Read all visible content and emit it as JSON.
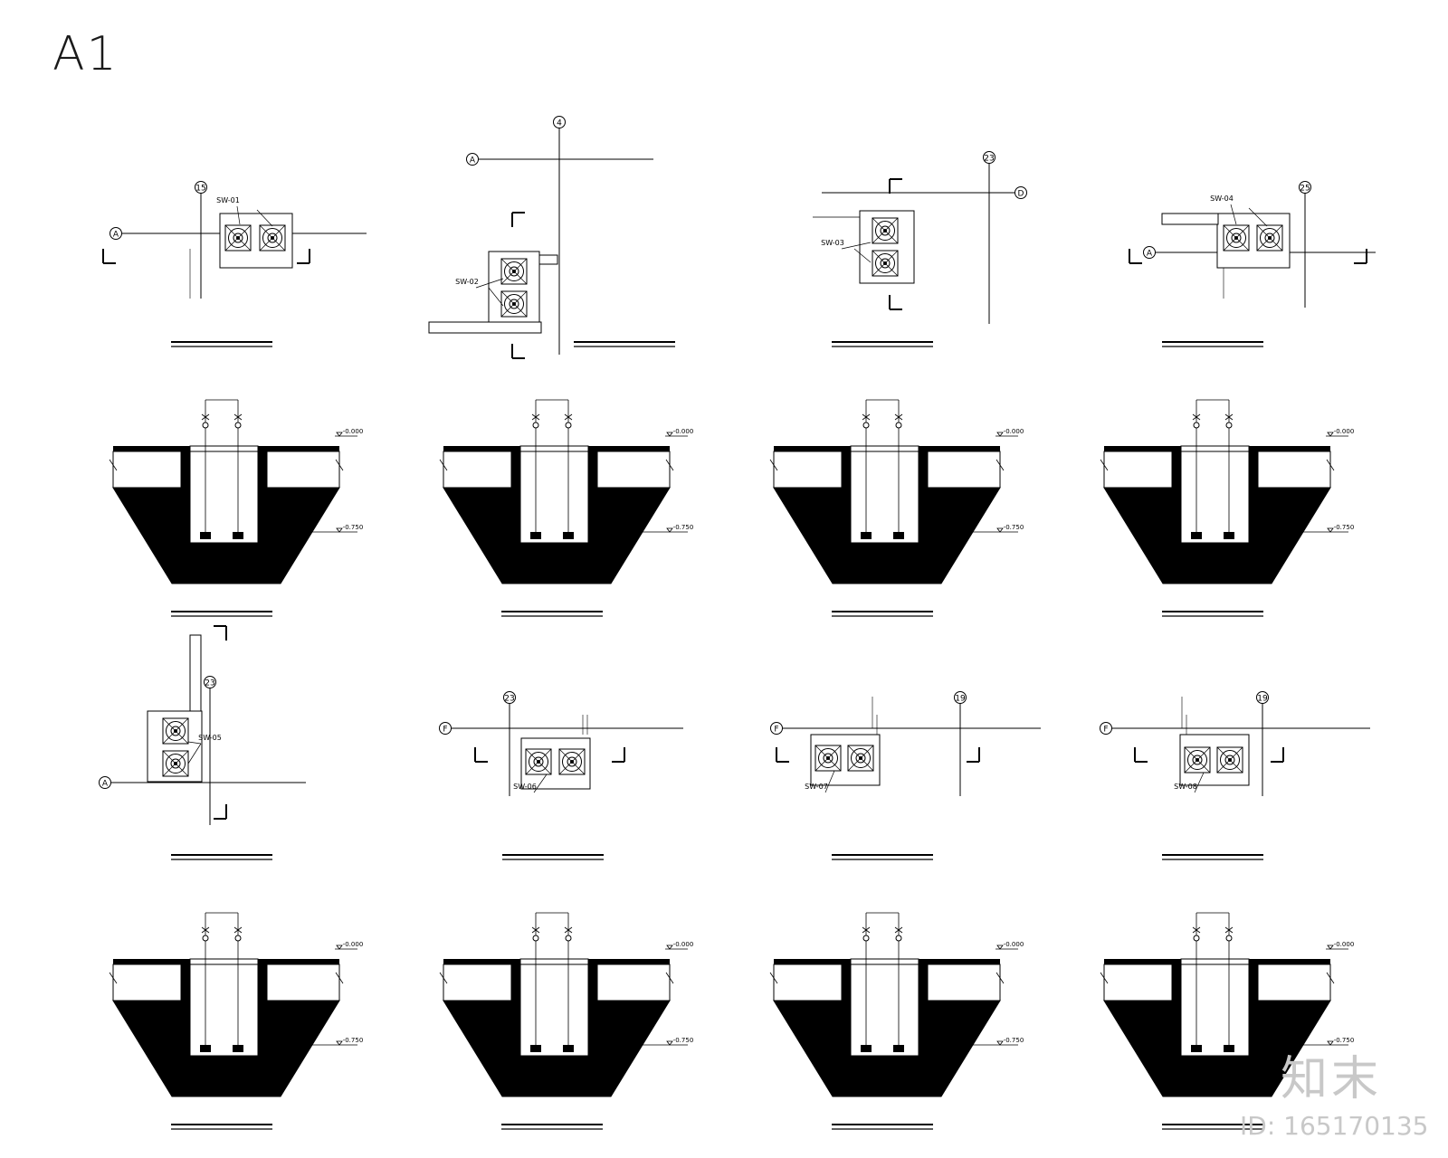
{
  "sheet": {
    "title": "A1"
  },
  "watermark": {
    "logo": "知末",
    "id": "ID: 165170135"
  },
  "plans": [
    {
      "axis_lines": [
        {
          "label": "15",
          "dir": "v"
        },
        {
          "label": "A",
          "dir": "h"
        }
      ],
      "tag": "SW-01",
      "pumps": 2,
      "layout": "horizontal"
    },
    {
      "axis_lines": [
        {
          "label": "4",
          "dir": "v"
        },
        {
          "label": "A",
          "dir": "h"
        }
      ],
      "tag": "SW-02",
      "pumps": 2,
      "layout": "vertical"
    },
    {
      "axis_lines": [
        {
          "label": "23",
          "dir": "v"
        },
        {
          "label": "D",
          "dir": "h"
        }
      ],
      "tag": "SW-03",
      "pumps": 2,
      "layout": "vertical"
    },
    {
      "axis_lines": [
        {
          "label": "25",
          "dir": "v"
        },
        {
          "label": "A",
          "dir": "h"
        }
      ],
      "tag": "SW-04",
      "pumps": 2,
      "layout": "horizontal"
    },
    {
      "axis_lines": [
        {
          "label": "23",
          "dir": "v"
        },
        {
          "label": "A",
          "dir": "h"
        }
      ],
      "tag": "SW-05",
      "pumps": 2,
      "layout": "vertical"
    },
    {
      "axis_lines": [
        {
          "label": "23",
          "dir": "v"
        },
        {
          "label": "F",
          "dir": "h"
        }
      ],
      "tag": "SW-06",
      "pumps": 2,
      "layout": "horizontal"
    },
    {
      "axis_lines": [
        {
          "label": "19",
          "dir": "v"
        },
        {
          "label": "F",
          "dir": "h"
        }
      ],
      "tag": "SW-07",
      "pumps": 2,
      "layout": "horizontal"
    },
    {
      "axis_lines": [
        {
          "label": "19",
          "dir": "v"
        },
        {
          "label": "F",
          "dir": "h"
        }
      ],
      "tag": "SW-08",
      "pumps": 2,
      "layout": "horizontal"
    }
  ],
  "sections": [
    {
      "top_level": "-0.000",
      "bottom_level": "-0.750"
    },
    {
      "top_level": "-0.000",
      "bottom_level": "-0.750"
    },
    {
      "top_level": "-0.000",
      "bottom_level": "-0.750"
    },
    {
      "top_level": "-0.000",
      "bottom_level": "-0.750"
    },
    {
      "top_level": "-0.000",
      "bottom_level": "-0.750"
    },
    {
      "top_level": "-0.000",
      "bottom_level": "-0.750"
    },
    {
      "top_level": "-0.000",
      "bottom_level": "-0.750"
    },
    {
      "top_level": "-0.000",
      "bottom_level": "-0.750"
    }
  ],
  "colors": {
    "ink": "#000000",
    "paper": "#ffffff",
    "watermark": "#c8c8c8"
  }
}
